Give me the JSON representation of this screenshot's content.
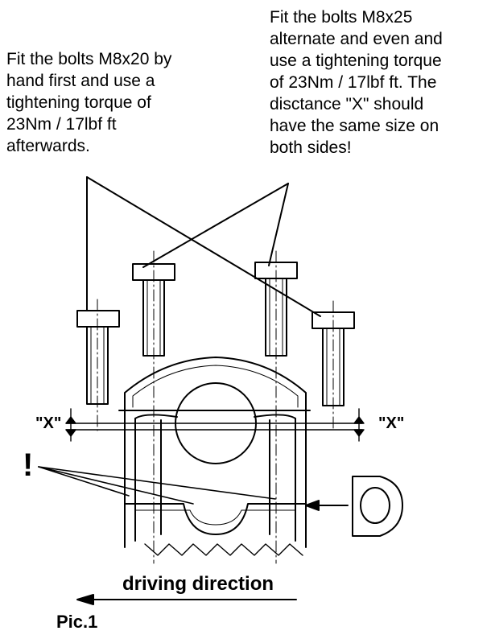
{
  "note_left": {
    "lines": [
      "Fit the bolts M8x20 by",
      "hand first and use a",
      "tightening torque of",
      "23Nm / 17lbf ft",
      "afterwards."
    ]
  },
  "note_right": {
    "lines": [
      "Fit the bolts M8x25",
      "alternate and even and",
      "use a tightening torque",
      "of 23Nm / 17lbf ft. The",
      "disctance \"X\" should",
      "have the same size on",
      "both sides!"
    ]
  },
  "labels": {
    "x_left": "\"X\"",
    "x_right": "\"X\"",
    "exclamation": "!",
    "driving_direction": "driving direction",
    "figure_caption": "Pic.1"
  },
  "colors": {
    "ink": "#000000",
    "paper": "#ffffff"
  }
}
